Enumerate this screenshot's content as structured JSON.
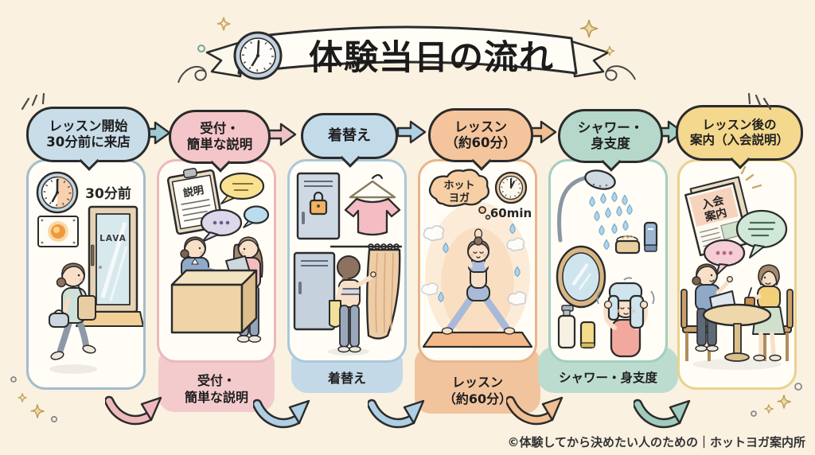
{
  "page": {
    "title": "体験当日の流れ",
    "credit": "©体験してから決めたい人のための｜ホットヨガ案内所",
    "background": "#faf1e1",
    "ink": "#2b2b2b"
  },
  "steps": [
    {
      "header_line1": "レッスン開始",
      "header_line2": "30分前に来店",
      "bubble_fill": "#c9dde9",
      "card_border": "#a3bdcb",
      "footer_line1": "",
      "footer_line2": "",
      "art": {
        "time_label": "30分前",
        "sign_label": "LAVA"
      }
    },
    {
      "header_line1": "受付・",
      "header_line2": "簡単な説明",
      "bubble_fill": "#f4c6c9",
      "card_border": "#ecb9bc",
      "band_fill": "#f4cbcd",
      "footer_line1": "受付・",
      "footer_line2": "簡単な説明",
      "art": {
        "clipboard_label": "説明"
      }
    },
    {
      "header_line1": "着替え",
      "header_line2": "",
      "bubble_fill": "#c3dae9",
      "card_border": "#a9c8da",
      "band_fill": "#c3d9e7",
      "footer_line1": "着替え",
      "footer_line2": ""
    },
    {
      "header_line1": "レッスン",
      "header_line2": "（約60分）",
      "bubble_fill": "#f4c59c",
      "card_border": "#e7b68c",
      "band_fill": "#f2c49e",
      "footer_line1": "レッスン",
      "footer_line2": "（約60分）",
      "art": {
        "thought_line1": "ホット",
        "thought_line2": "ヨガ",
        "duration_label": "60min"
      }
    },
    {
      "header_line1": "シャワー・",
      "header_line2": "身支度",
      "bubble_fill": "#b5d8cb",
      "card_border": "#a4cec0",
      "band_fill": "#bcdccf",
      "footer_line1": "シャワー・身支度",
      "footer_line2": ""
    },
    {
      "header_line1": "レッスン後の",
      "header_line2": "案内（入会説明）",
      "bubble_fill": "#f3d88d",
      "card_border": "#e9d28f",
      "footer_line1": "",
      "footer_line2": "",
      "art": {
        "pamphlet_line1": "入会",
        "pamphlet_line2": "案内"
      }
    }
  ],
  "arrows": {
    "top": [
      "#9fc9d3",
      "#f0c2c5",
      "#aecfe4",
      "#f1bf93",
      "#a3d0c1"
    ],
    "bottom": [
      "#f0b9bd",
      "#aecfe4",
      "#aecfe4",
      "#f1bf93",
      "#9fccbc"
    ]
  }
}
